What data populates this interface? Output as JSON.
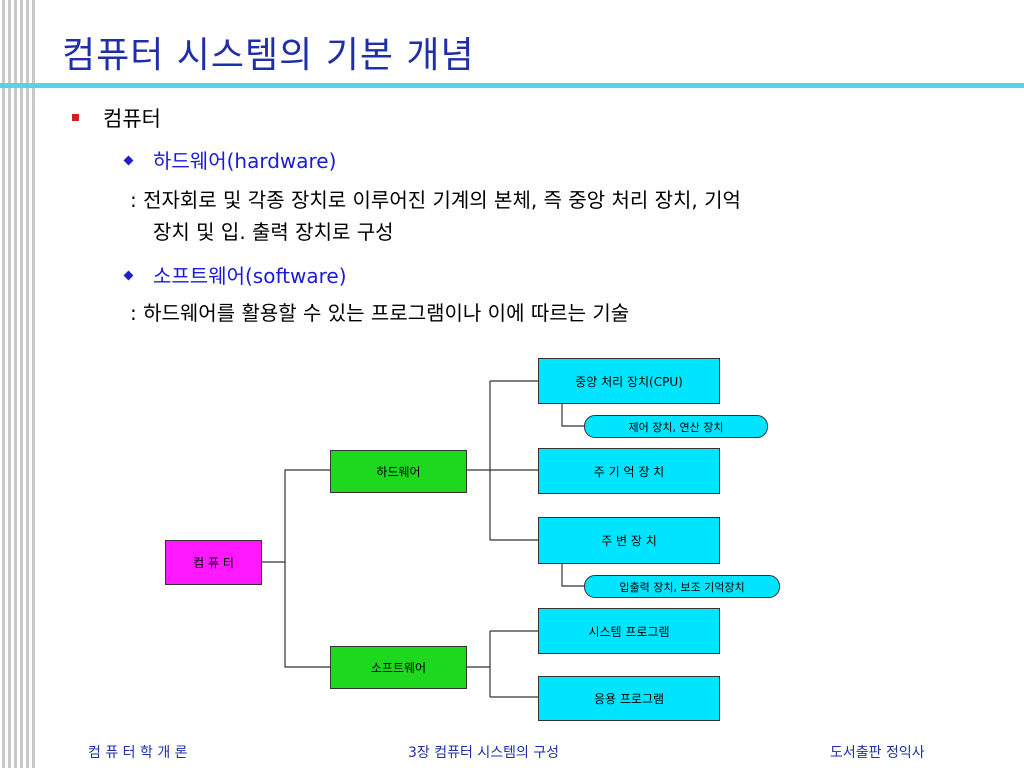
{
  "slide": {
    "title": "컴퓨터 시스템의 기본 개념",
    "bullet_main": "컴퓨터",
    "sub1_label": "하드웨어(hardware)",
    "sub1_desc_line1": ": 전자회로 및 각종 장치로 이루어진 기계의 본체, 즉 중앙 처리 장치, 기억",
    "sub1_desc_line2": "장치 및 입. 출력 장치로 구성",
    "sub2_label": "소프트웨어(software)",
    "sub2_desc": ": 하드웨어를 활용할 수 있는 프로그램이나 이에 따르는 기술"
  },
  "diagram": {
    "root": "컴 퓨 터",
    "hardware": "하드웨어",
    "software": "소프트웨어",
    "cpu": "중앙 처리 장치(CPU)",
    "cpu_detail": "제어 장치, 연산 장치",
    "main_memory": "주 기 억 장 치",
    "peripheral": "주 변 장 치",
    "peripheral_detail": "입출력 장치, 보조 기억장치",
    "system_program": "시스템 프로그램",
    "application_program": "응용 프로그램"
  },
  "footer": {
    "left": "컴 퓨 터 학 개 론",
    "center": "3장 컴퓨터 시스템의 구성",
    "right": "도서출판 정익사"
  },
  "colors": {
    "title": "#1f2fa8",
    "accent_bar": "#5ad1ec",
    "cyan_box": "#00e5ff",
    "green_box": "#1ed81e",
    "magenta_box": "#ff19ff",
    "bullet_square": "#d02020",
    "bullet_diamond": "#2020c8",
    "sub_bullet_text": "#1a1ad8"
  }
}
